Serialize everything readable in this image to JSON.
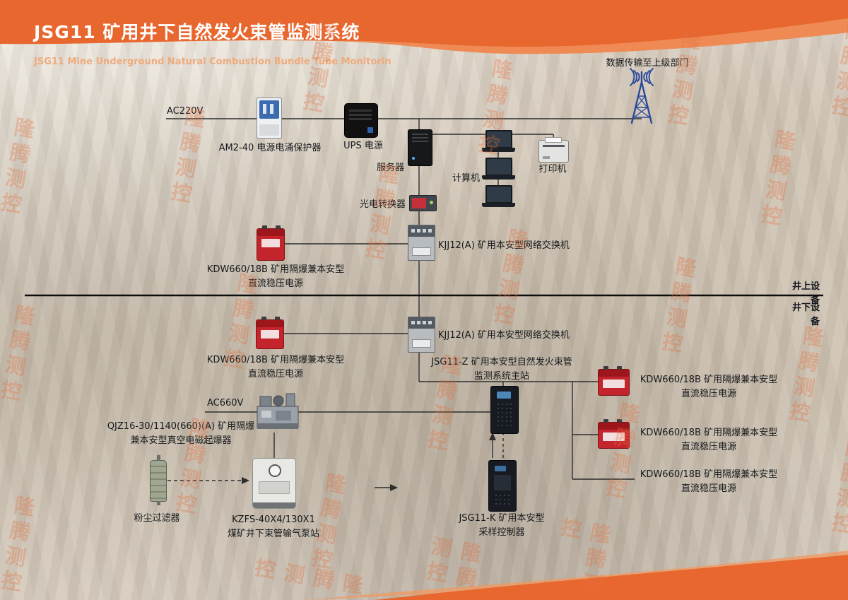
{
  "header": {
    "title": "JSG11 矿用井下自然发火束管监测系统",
    "subtitle": "JSG11 Mine Underground Natural Combustion Bundle Tube Monitorin"
  },
  "watermark": {
    "text": "隆腾测控"
  },
  "sections": {
    "above": "井上设备",
    "below": "井下设备"
  },
  "power": {
    "ac220v": "AC220V",
    "ac660v": "AC660V"
  },
  "nodes": {
    "surge": {
      "label": "AM2-40 电源电涌保护器"
    },
    "ups": {
      "label": "UPS 电源"
    },
    "server": {
      "label": "服务器"
    },
    "uplink": {
      "label": "数据传输至上级部门"
    },
    "computer": {
      "label": "计算机"
    },
    "printer": {
      "label": "打印机"
    },
    "converter": {
      "label": "光电转换器"
    },
    "switch_up": {
      "label": "KJJ12(A) 矿用本安型网络交换机"
    },
    "switch_down": {
      "label": "KJJ12(A) 矿用本安型网络交换机"
    },
    "psu_up": {
      "label": "KDW660/18B 矿用隔爆兼本安型\n直流稳压电源"
    },
    "psu_down": {
      "label": "KDW660/18B 矿用隔爆兼本安型\n直流稳压电源"
    },
    "psu_r1": {
      "label": "KDW660/18B 矿用隔爆兼本安型\n直流稳压电源"
    },
    "psu_r2": {
      "label": "KDW660/18B 矿用隔爆兼本安型\n直流稳压电源"
    },
    "psu_r3": {
      "label": "KDW660/18B 矿用隔爆兼本安型\n直流稳压电源"
    },
    "station": {
      "label": "JSG11-Z 矿用本安型自然发火束管\n监测系统主站"
    },
    "starter": {
      "label": "QJZ16-30/1140(660)(A) 矿用隔爆\n兼本安型真空电磁起爆器"
    },
    "pump": {
      "label": "KZFS-40X4/130X1\n煤矿井下束管输气泵站"
    },
    "dust_filter": {
      "label": "粉尘过滤器"
    },
    "sampler": {
      "label": "JSG11-K 矿用本安型\n采样控制器"
    }
  },
  "colors": {
    "accent_orange": "#e8672f",
    "device_red": "#c4242b",
    "antenna_blue": "#2b4a9b"
  }
}
